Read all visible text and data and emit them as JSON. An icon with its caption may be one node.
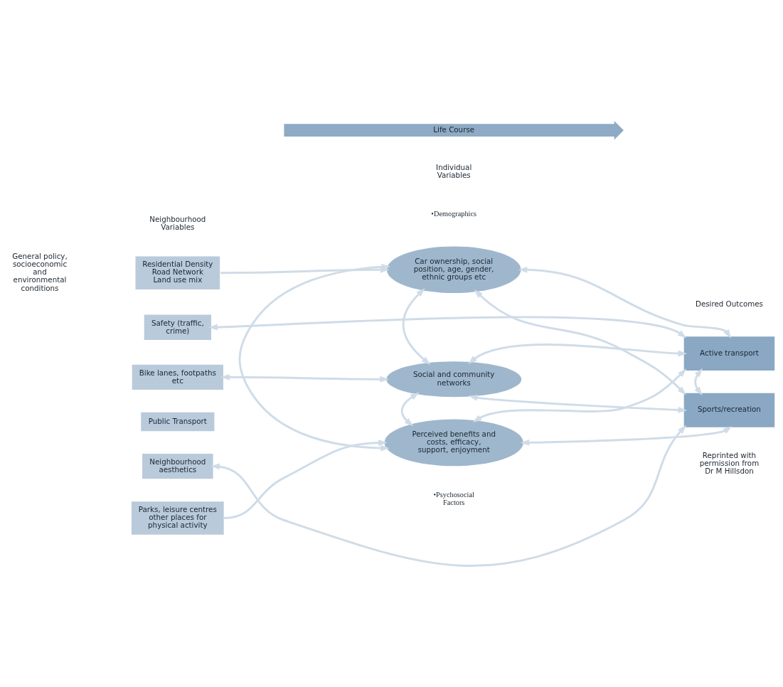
{
  "diagram": {
    "nodes": [
      {
        "text": [
          "Life Course"
        ]
      },
      {
        "text": [
          "Residential Density",
          "Road Network",
          "Land use mix"
        ]
      },
      {
        "text": [
          "Safety (traffic, crime)"
        ]
      },
      {
        "text": [
          "Bike lanes, footpaths etc"
        ]
      },
      {
        "text": [
          "Public Transport"
        ]
      },
      {
        "text": [
          "Neighbourhood aesthetics"
        ]
      },
      {
        "text": [
          "Parks, leisure centres other places for physical activity"
        ]
      },
      {
        "text": [
          "Car ownership, social position, age, gender, ethnic groups etc"
        ]
      },
      {
        "text": [
          "Social and community networks"
        ]
      },
      {
        "text": [
          "Perceived benefits and costs, efficacy, support, enjoyment"
        ]
      },
      {
        "text": [
          "Active transport"
        ]
      },
      {
        "text": [
          "Sports/recreation"
        ]
      }
    ],
    "edges": [
      {
        "from": 1,
        "to": 7,
        "arrow": "to"
      },
      {
        "from": 6,
        "to": 9,
        "arrow": "to"
      },
      {
        "from": 7,
        "to": 9,
        "arrow": "both"
      },
      {
        "from": 2,
        "to": 10,
        "arrow": "both"
      },
      {
        "from": 3,
        "to": 8,
        "arrow": "both"
      },
      {
        "from": 5,
        "to": 11,
        "arrow": "both"
      },
      {
        "from": 7,
        "to": 8,
        "arrow": "both"
      },
      {
        "from": 8,
        "to": 9,
        "arrow": "both"
      },
      {
        "from": 7,
        "to": 10,
        "arrow": "both"
      },
      {
        "from": 7,
        "to": 11,
        "arrow": "both"
      },
      {
        "from": 8,
        "to": 10,
        "arrow": "both"
      },
      {
        "from": 8,
        "to": 11,
        "arrow": "both"
      },
      {
        "from": 9,
        "to": 10,
        "arrow": "both"
      },
      {
        "from": 9,
        "to": 11,
        "arrow": "both"
      },
      {
        "from": 10,
        "to": 11,
        "arrow": "both"
      }
    ],
    "labels": [
      "Neighbourhood Variables",
      "Individual Variables",
      "Desired Outcomes",
      "•Demographics",
      "General policy, socioeconomic and environmental conditions",
      "•Psychosocial Factors",
      "Reprinted with permission from Dr M Hillsdon"
    ]
  }
}
